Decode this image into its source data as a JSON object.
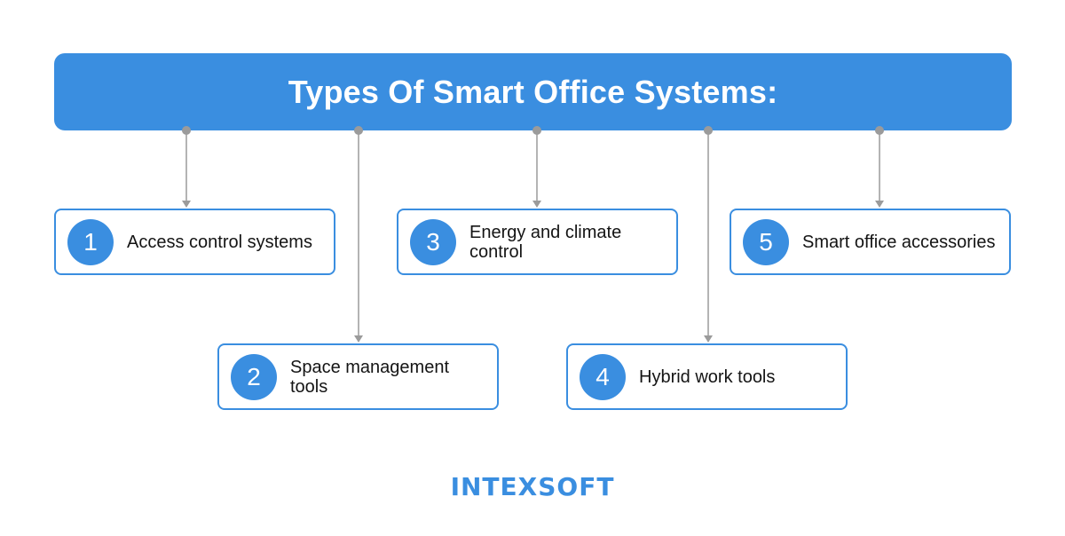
{
  "header": {
    "title": "Types Of Smart Office Systems:"
  },
  "items": [
    {
      "number": "1",
      "label": "Access control systems"
    },
    {
      "number": "2",
      "label": "Space management tools"
    },
    {
      "number": "3",
      "label": "Energy and climate control"
    },
    {
      "number": "4",
      "label": "Hybrid work tools"
    },
    {
      "number": "5",
      "label": "Smart office accessories"
    }
  ],
  "logo": {
    "text": "INTEXSOFT"
  },
  "colors": {
    "accent": "#3a8ee0",
    "connector": "#9b9b9b",
    "text": "#141414",
    "background": "#ffffff"
  }
}
